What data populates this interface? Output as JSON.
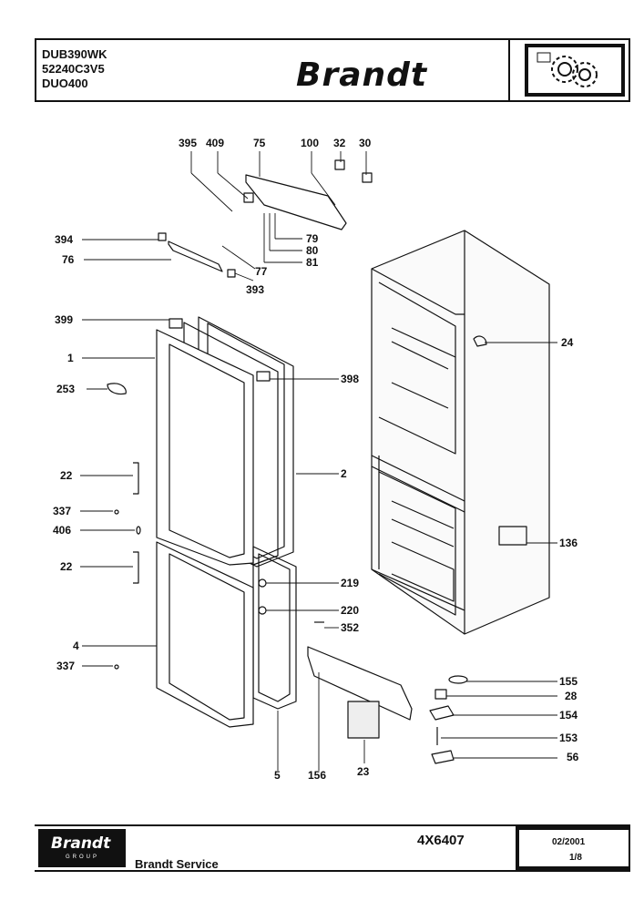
{
  "header": {
    "model_lines": [
      "DUB390WK",
      "52240C3V5",
      "DUO400"
    ],
    "brand": "Brandt"
  },
  "diagram": {
    "labels": [
      "395",
      "409",
      "75",
      "100",
      "32",
      "30",
      "394",
      "76",
      "79",
      "80",
      "81",
      "77",
      "393",
      "399",
      "1",
      "253",
      "22",
      "337",
      "406",
      "22",
      "4",
      "337",
      "398",
      "2",
      "219",
      "220",
      "352",
      "24",
      "136",
      "155",
      "28",
      "154",
      "153",
      "56",
      "5",
      "156",
      "23"
    ]
  },
  "footer": {
    "logo_text": "Brandt",
    "logo_subtext": "GROUP",
    "service": "Brandt Service",
    "code": "4X6407",
    "date": "02/2001",
    "page": "1/8"
  }
}
